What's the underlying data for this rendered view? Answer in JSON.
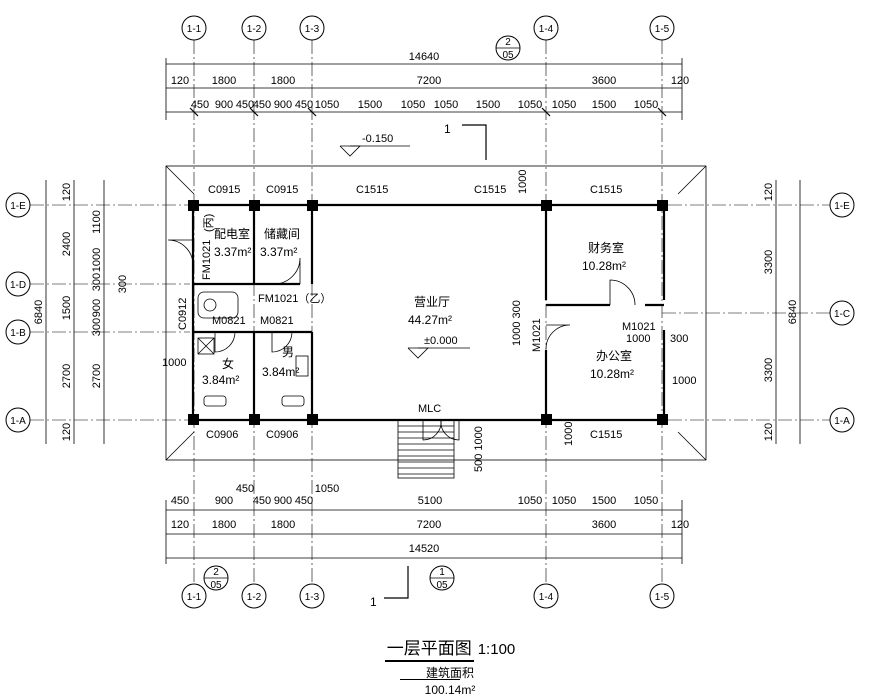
{
  "axes": {
    "vertical": [
      "1-1",
      "1-2",
      "1-3",
      "1-4",
      "1-5"
    ],
    "horizontal_left": [
      "1-E",
      "1-D",
      "1-B",
      "1-A"
    ],
    "horizontal_right": [
      "1-E",
      "1-C",
      "1-A"
    ]
  },
  "section_marks": {
    "top_circle": {
      "num": "2",
      "sheet": "05"
    },
    "bottom_left_circle": {
      "num": "2",
      "sheet": "05"
    },
    "bottom_mid_circle": {
      "num": "1",
      "sheet": "05"
    },
    "section_top": "1",
    "section_bottom": "1"
  },
  "dims": {
    "top_total": "14640",
    "top_row2": [
      "120",
      "1800",
      "1800",
      "7200",
      "3600",
      "120"
    ],
    "top_row3": [
      "450",
      "900",
      "450",
      "450",
      "900",
      "450",
      "1050",
      "1500",
      "1050",
      "1050",
      "1500",
      "1050",
      "1050",
      "1500",
      "1050"
    ],
    "bottom_row1": [
      "450",
      "900",
      "450",
      "450",
      "900",
      "450",
      "1050",
      "5100",
      "1050",
      "1050",
      "1500",
      "1050"
    ],
    "bottom_row2": [
      "120",
      "1800",
      "1800",
      "7200",
      "3600",
      "120"
    ],
    "bottom_total": "14520",
    "left_outer": "6840",
    "left_mid": [
      "120",
      "2400",
      "1500",
      "2700",
      "120"
    ],
    "left_inner": [
      "1100",
      "1000",
      "300",
      "900",
      "300",
      "2700"
    ],
    "right_outer": "6840",
    "right_inner": [
      "120",
      "3300",
      "3300",
      "120"
    ],
    "misc": {
      "level_outside": "-0.150",
      "level_inside": "±0.000",
      "d1000_top": "1000",
      "d300": "300",
      "d1000_left": "1000",
      "d1000_right": "1000",
      "d1000_office": "1000",
      "d300_office": "300",
      "d1000_300": "1000 300",
      "d500_1000": "500 1000",
      "d1000_bottom": "1000"
    }
  },
  "windows": {
    "c0915_a": "C0915",
    "c0915_b": "C0915",
    "c1515_a": "C1515",
    "c1515_b": "C1515",
    "c1515_c": "C1515",
    "c0912": "C0912",
    "c0906_a": "C0906",
    "c0906_b": "C0906",
    "c1515_d": "C1515"
  },
  "doors": {
    "fm1021_a": "FM1021",
    "fm1021_a_tag": "(丙)",
    "fm1021_b": "FM1021（乙）",
    "m0821_a": "M0821",
    "m0821_b": "M0821",
    "m1021_a": "M1021",
    "m1021_b": "M1021",
    "mlc": "MLC"
  },
  "rooms": [
    {
      "name": "配电室",
      "area": "3.37m²"
    },
    {
      "name": "储藏间",
      "area": "3.37m²"
    },
    {
      "name": "营业厅",
      "area": "44.27m²"
    },
    {
      "name": "财务室",
      "area": "10.28m²"
    },
    {
      "name": "办公室",
      "area": "10.28m²"
    },
    {
      "name": "女",
      "area": "3.84m²"
    },
    {
      "name": "男",
      "area": "3.84m²"
    }
  ],
  "title": {
    "name": "一层平面图",
    "scale": "1:100",
    "area_label": "建筑面积",
    "area_value": "100.14m²"
  }
}
